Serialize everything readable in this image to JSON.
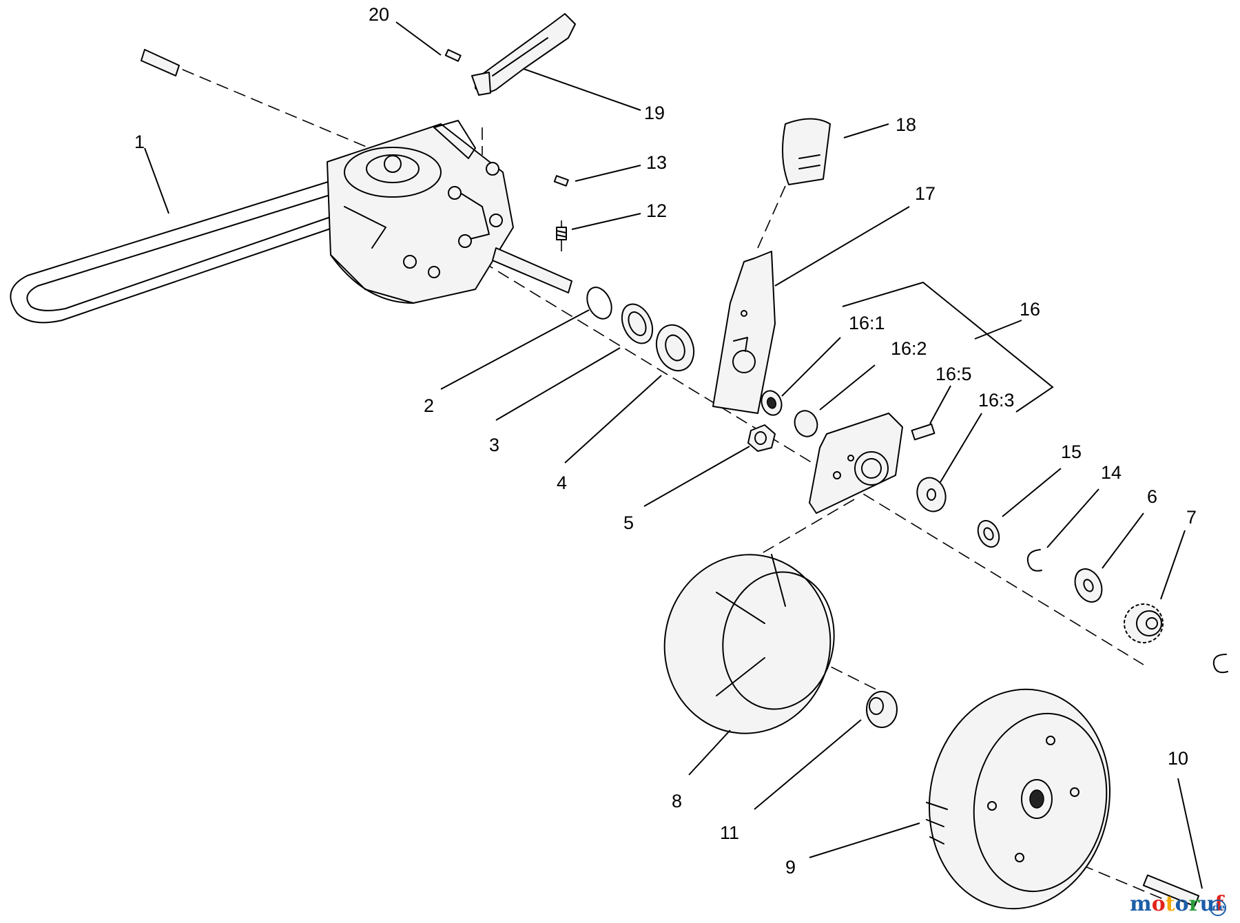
{
  "diagram": {
    "callouts": [
      "20",
      "19",
      "18",
      "1",
      "13",
      "12",
      "17",
      "16",
      "16:1",
      "16:2",
      "16:5",
      "16:3",
      "2",
      "3",
      "4",
      "5",
      "15",
      "14",
      "6",
      "7",
      "8",
      "11",
      "9",
      "10"
    ]
  },
  "watermark": {
    "text_main": "motoruf",
    "text_suffix": ".de",
    "colors": [
      "#1d5ea8",
      "#e2231a",
      "#f5a800",
      "#1d5ea8",
      "#2a9d3a",
      "#1d5ea8",
      "#e2231a"
    ]
  }
}
